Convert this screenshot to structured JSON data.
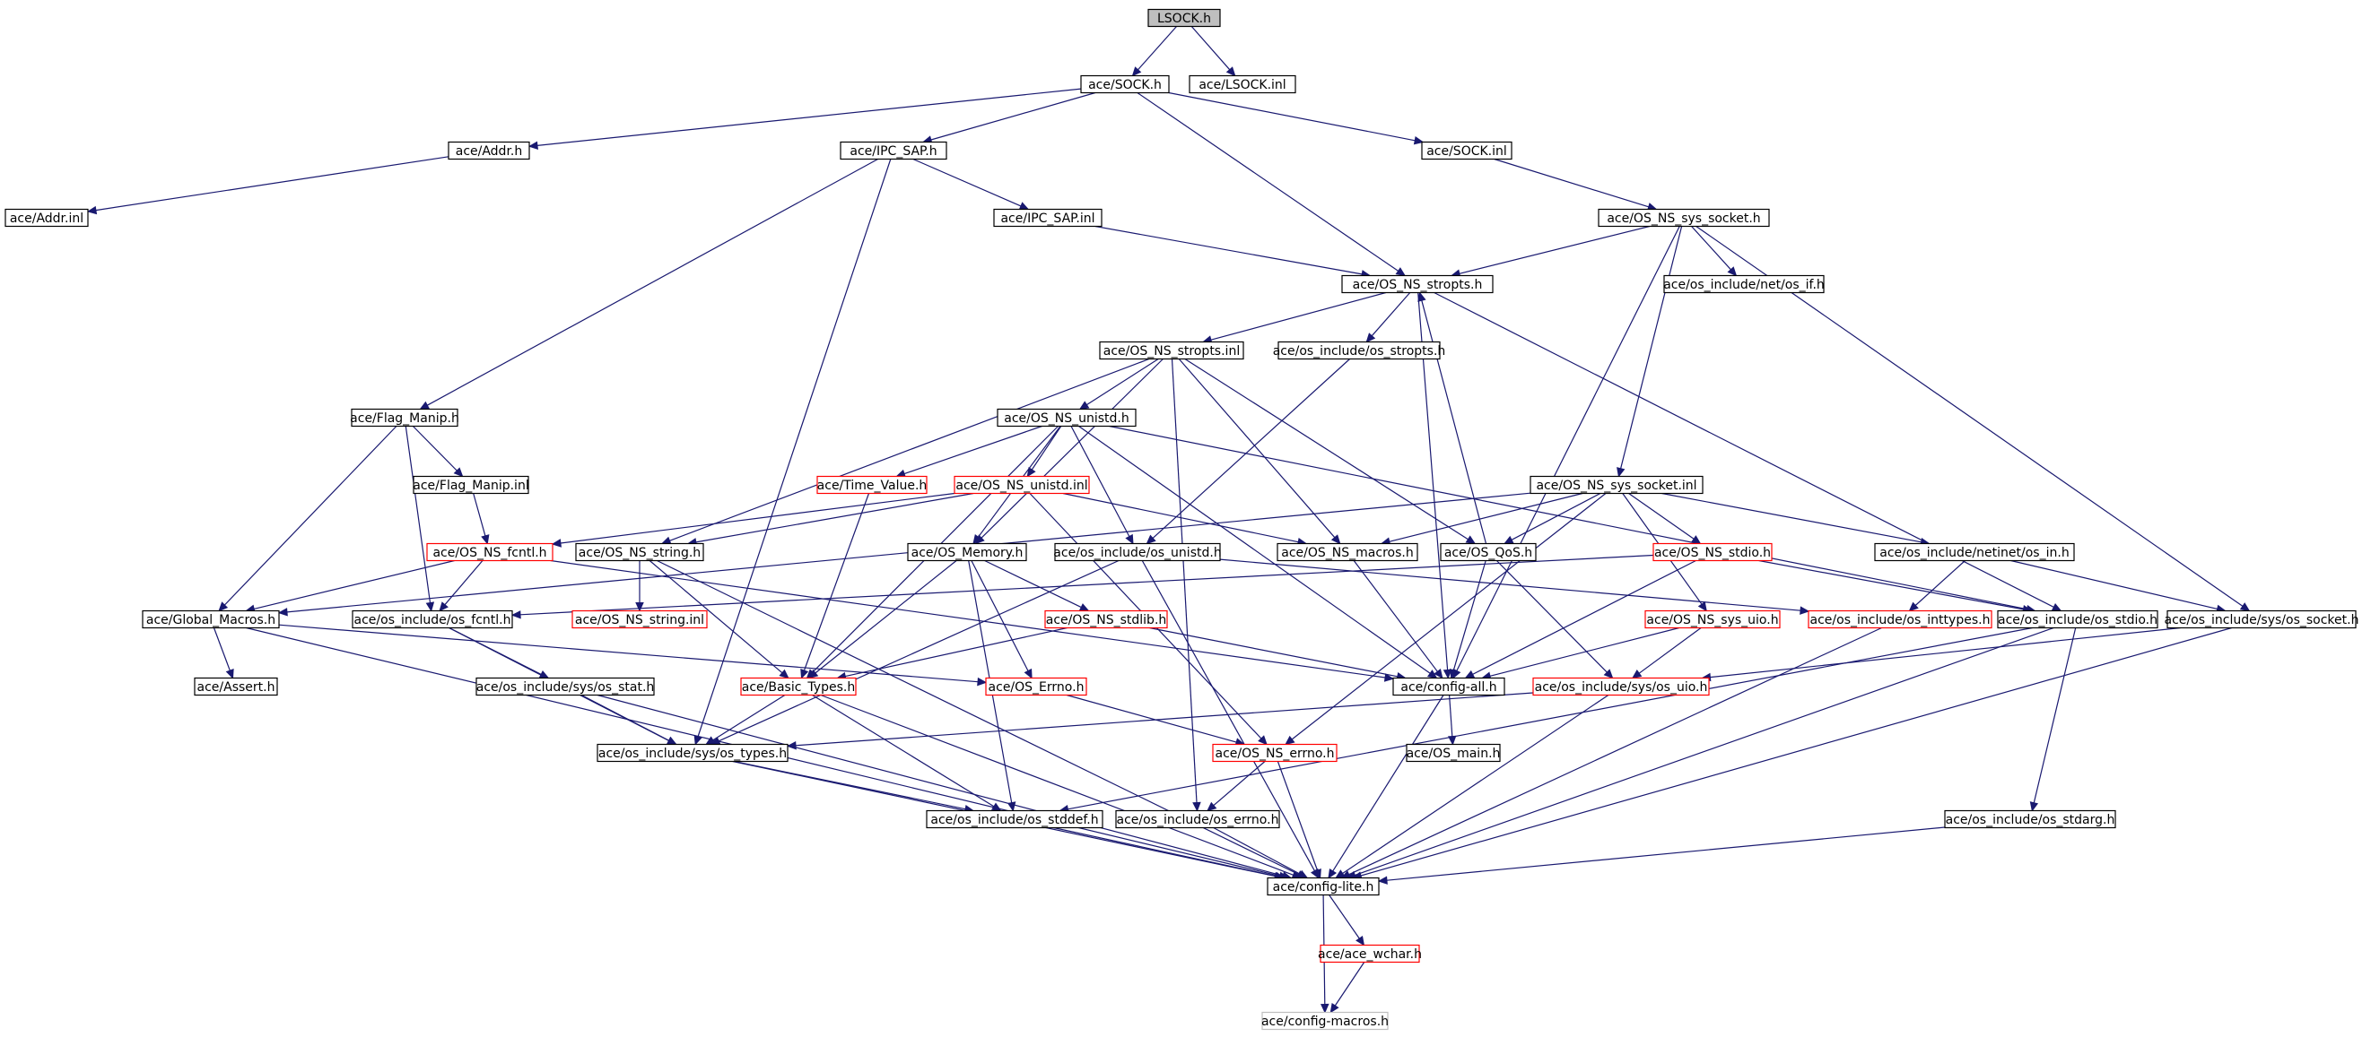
{
  "diagram": {
    "colors": {
      "edge": "#191970",
      "box_normal": "#000000",
      "box_truncated": "#ff0000",
      "box_root_fill": "#bfbfbf",
      "box_fill": "#ffffff",
      "box_ghost": "#bfbfbf"
    },
    "nodes": [
      {
        "id": "lsock_h",
        "label": "LSOCK.h",
        "style": "root"
      },
      {
        "id": "sock_h",
        "label": "ace/SOCK.h",
        "style": "normal"
      },
      {
        "id": "lsock_inl",
        "label": "ace/LSOCK.inl",
        "style": "normal"
      },
      {
        "id": "addr_h",
        "label": "ace/Addr.h",
        "style": "normal"
      },
      {
        "id": "ipc_sap_h",
        "label": "ace/IPC_SAP.h",
        "style": "normal"
      },
      {
        "id": "sock_inl",
        "label": "ace/SOCK.inl",
        "style": "normal"
      },
      {
        "id": "addr_inl",
        "label": "ace/Addr.inl",
        "style": "normal"
      },
      {
        "id": "ipc_sap_inl",
        "label": "ace/IPC_SAP.inl",
        "style": "normal"
      },
      {
        "id": "os_ns_sys_socket_h",
        "label": "ace/OS_NS_sys_socket.h",
        "style": "normal"
      },
      {
        "id": "os_ns_stropts_h",
        "label": "ace/OS_NS_stropts.h",
        "style": "normal"
      },
      {
        "id": "net_os_if_h",
        "label": "ace/os_include/net/os_if.h",
        "style": "normal"
      },
      {
        "id": "os_ns_stropts_inl",
        "label": "ace/OS_NS_stropts.inl",
        "style": "normal"
      },
      {
        "id": "os_stropts_h",
        "label": "ace/os_include/os_stropts.h",
        "style": "normal"
      },
      {
        "id": "flag_manip_h",
        "label": "ace/Flag_Manip.h",
        "style": "normal"
      },
      {
        "id": "os_ns_unistd_h",
        "label": "ace/OS_NS_unistd.h",
        "style": "normal"
      },
      {
        "id": "flag_manip_inl",
        "label": "ace/Flag_Manip.inl",
        "style": "normal"
      },
      {
        "id": "time_value_h",
        "label": "ace/Time_Value.h",
        "style": "truncated"
      },
      {
        "id": "os_ns_unistd_inl",
        "label": "ace/OS_NS_unistd.inl",
        "style": "truncated"
      },
      {
        "id": "os_ns_sys_socket_inl",
        "label": "ace/OS_NS_sys_socket.inl",
        "style": "normal"
      },
      {
        "id": "os_ns_fcntl_h",
        "label": "ace/OS_NS_fcntl.h",
        "style": "truncated"
      },
      {
        "id": "os_ns_string_h",
        "label": "ace/OS_NS_string.h",
        "style": "normal"
      },
      {
        "id": "os_memory_h",
        "label": "ace/OS_Memory.h",
        "style": "normal"
      },
      {
        "id": "os_unistd_h",
        "label": "ace/os_include/os_unistd.h",
        "style": "normal"
      },
      {
        "id": "os_ns_macros_h",
        "label": "ace/OS_NS_macros.h",
        "style": "normal"
      },
      {
        "id": "os_qos_h",
        "label": "ace/OS_QoS.h",
        "style": "normal"
      },
      {
        "id": "os_ns_stdio_h",
        "label": "ace/OS_NS_stdio.h",
        "style": "truncated"
      },
      {
        "id": "netinet_os_in_h",
        "label": "ace/os_include/netinet/os_in.h",
        "style": "normal"
      },
      {
        "id": "global_macros_h",
        "label": "ace/Global_Macros.h",
        "style": "normal"
      },
      {
        "id": "os_fcntl_h",
        "label": "ace/os_include/os_fcntl.h",
        "style": "normal"
      },
      {
        "id": "os_ns_string_inl",
        "label": "ace/OS_NS_string.inl",
        "style": "truncated"
      },
      {
        "id": "os_ns_stdlib_h",
        "label": "ace/OS_NS_stdlib.h",
        "style": "truncated"
      },
      {
        "id": "os_ns_sys_uio_h",
        "label": "ace/OS_NS_sys_uio.h",
        "style": "truncated"
      },
      {
        "id": "os_inttypes_h",
        "label": "ace/os_include/os_inttypes.h",
        "style": "truncated"
      },
      {
        "id": "os_stdio_h",
        "label": "ace/os_include/os_stdio.h",
        "style": "normal"
      },
      {
        "id": "sys_os_socket_h",
        "label": "ace/os_include/sys/os_socket.h",
        "style": "normal"
      },
      {
        "id": "assert_h",
        "label": "ace/Assert.h",
        "style": "normal"
      },
      {
        "id": "sys_os_stat_h",
        "label": "ace/os_include/sys/os_stat.h",
        "style": "normal"
      },
      {
        "id": "basic_types_h",
        "label": "ace/Basic_Types.h",
        "style": "truncated"
      },
      {
        "id": "os_errno_h",
        "label": "ace/OS_Errno.h",
        "style": "truncated"
      },
      {
        "id": "config_all_h",
        "label": "ace/config-all.h",
        "style": "normal"
      },
      {
        "id": "sys_os_uio_h",
        "label": "ace/os_include/sys/os_uio.h",
        "style": "truncated"
      },
      {
        "id": "sys_os_types_h",
        "label": "ace/os_include/sys/os_types.h",
        "style": "normal"
      },
      {
        "id": "os_ns_errno_h",
        "label": "ace/OS_NS_errno.h",
        "style": "truncated"
      },
      {
        "id": "os_main_h",
        "label": "ace/OS_main.h",
        "style": "normal"
      },
      {
        "id": "os_stddef_h",
        "label": "ace/os_include/os_stddef.h",
        "style": "normal"
      },
      {
        "id": "os_include_os_errno_h",
        "label": "ace/os_include/os_errno.h",
        "style": "normal"
      },
      {
        "id": "os_stdarg_h",
        "label": "ace/os_include/os_stdarg.h",
        "style": "normal"
      },
      {
        "id": "config_lite_h",
        "label": "ace/config-lite.h",
        "style": "normal"
      },
      {
        "id": "ace_wchar_h",
        "label": "ace/ace_wchar.h",
        "style": "truncated"
      },
      {
        "id": "config_macros_h",
        "label": "ace/config-macros.h",
        "style": "ghost"
      }
    ],
    "edges": [
      [
        "lsock_h",
        "sock_h"
      ],
      [
        "lsock_h",
        "lsock_inl"
      ],
      [
        "sock_h",
        "addr_h"
      ],
      [
        "sock_h",
        "ipc_sap_h"
      ],
      [
        "sock_h",
        "sock_inl"
      ],
      [
        "sock_h",
        "os_ns_stropts_h"
      ],
      [
        "addr_h",
        "addr_inl"
      ],
      [
        "ipc_sap_h",
        "ipc_sap_inl"
      ],
      [
        "ipc_sap_h",
        "flag_manip_h"
      ],
      [
        "ipc_sap_h",
        "sys_os_types_h"
      ],
      [
        "sock_inl",
        "os_ns_sys_socket_h"
      ],
      [
        "ipc_sap_inl",
        "os_ns_stropts_h"
      ],
      [
        "os_ns_sys_socket_h",
        "os_ns_stropts_h"
      ],
      [
        "os_ns_sys_socket_h",
        "net_os_if_h"
      ],
      [
        "os_ns_sys_socket_h",
        "os_ns_sys_socket_inl"
      ],
      [
        "os_ns_sys_socket_h",
        "sys_os_socket_h"
      ],
      [
        "os_ns_sys_socket_h",
        "config_all_h"
      ],
      [
        "os_ns_stropts_h",
        "os_ns_stropts_inl"
      ],
      [
        "os_ns_stropts_h",
        "os_stropts_h"
      ],
      [
        "os_ns_stropts_h",
        "config_all_h"
      ],
      [
        "os_ns_stropts_h",
        "os_stdio_h"
      ],
      [
        "os_ns_stropts_inl",
        "os_ns_unistd_h"
      ],
      [
        "os_ns_stropts_inl",
        "os_ns_string_h"
      ],
      [
        "os_ns_stropts_inl",
        "os_ns_macros_h"
      ],
      [
        "os_ns_stropts_inl",
        "os_qos_h"
      ],
      [
        "os_ns_stropts_inl",
        "os_memory_h"
      ],
      [
        "os_ns_stropts_inl",
        "os_include_os_errno_h"
      ],
      [
        "os_stropts_h",
        "os_unistd_h"
      ],
      [
        "flag_manip_h",
        "flag_manip_inl"
      ],
      [
        "flag_manip_h",
        "global_macros_h"
      ],
      [
        "flag_manip_h",
        "os_fcntl_h"
      ],
      [
        "flag_manip_inl",
        "os_ns_fcntl_h"
      ],
      [
        "os_ns_unistd_h",
        "time_value_h"
      ],
      [
        "os_ns_unistd_h",
        "os_ns_unistd_inl"
      ],
      [
        "os_ns_unistd_h",
        "os_memory_h"
      ],
      [
        "os_ns_unistd_h",
        "os_unistd_h"
      ],
      [
        "os_ns_unistd_h",
        "config_all_h"
      ],
      [
        "os_ns_unistd_h",
        "basic_types_h"
      ],
      [
        "os_ns_unistd_h",
        "os_stdio_h"
      ],
      [
        "time_value_h",
        "basic_types_h"
      ],
      [
        "os_ns_unistd_inl",
        "os_ns_fcntl_h"
      ],
      [
        "os_ns_unistd_inl",
        "os_ns_string_h"
      ],
      [
        "os_ns_unistd_inl",
        "os_ns_macros_h"
      ],
      [
        "os_ns_unistd_inl",
        "os_ns_errno_h"
      ],
      [
        "os_ns_sys_socket_inl",
        "os_ns_macros_h"
      ],
      [
        "os_ns_sys_socket_inl",
        "os_qos_h"
      ],
      [
        "os_ns_sys_socket_inl",
        "os_ns_stdio_h"
      ],
      [
        "os_ns_sys_socket_inl",
        "netinet_os_in_h"
      ],
      [
        "os_ns_sys_socket_inl",
        "os_ns_sys_uio_h"
      ],
      [
        "os_ns_sys_socket_inl",
        "global_macros_h"
      ],
      [
        "os_ns_sys_socket_inl",
        "os_ns_errno_h"
      ],
      [
        "os_ns_fcntl_h",
        "global_macros_h"
      ],
      [
        "os_ns_fcntl_h",
        "os_fcntl_h"
      ],
      [
        "os_ns_fcntl_h",
        "config_all_h"
      ],
      [
        "os_ns_string_h",
        "os_ns_string_inl"
      ],
      [
        "os_ns_string_h",
        "basic_types_h"
      ],
      [
        "os_ns_string_h",
        "config_lite_h"
      ],
      [
        "os_memory_h",
        "os_ns_stdlib_h"
      ],
      [
        "os_memory_h",
        "os_errno_h"
      ],
      [
        "os_memory_h",
        "basic_types_h"
      ],
      [
        "os_memory_h",
        "os_stddef_h"
      ],
      [
        "os_unistd_h",
        "sys_os_types_h"
      ],
      [
        "os_unistd_h",
        "os_inttypes_h"
      ],
      [
        "os_unistd_h",
        "config_lite_h"
      ],
      [
        "os_ns_macros_h",
        "config_all_h"
      ],
      [
        "os_qos_h",
        "sys_os_uio_h"
      ],
      [
        "os_qos_h",
        "config_all_h"
      ],
      [
        "os_qos_h",
        "os_ns_stropts_h"
      ],
      [
        "os_ns_stdio_h",
        "os_fcntl_h"
      ],
      [
        "os_ns_stdio_h",
        "os_stdio_h"
      ],
      [
        "os_ns_stdio_h",
        "config_all_h"
      ],
      [
        "netinet_os_in_h",
        "os_inttypes_h"
      ],
      [
        "netinet_os_in_h",
        "sys_os_socket_h"
      ],
      [
        "global_macros_h",
        "assert_h"
      ],
      [
        "global_macros_h",
        "os_errno_h"
      ],
      [
        "global_macros_h",
        "config_lite_h"
      ],
      [
        "os_fcntl_h",
        "sys_os_stat_h"
      ],
      [
        "os_fcntl_h",
        "sys_os_types_h"
      ],
      [
        "os_ns_stdlib_h",
        "basic_types_h"
      ],
      [
        "os_ns_stdlib_h",
        "config_all_h"
      ],
      [
        "os_ns_sys_uio_h",
        "config_all_h"
      ],
      [
        "os_ns_sys_uio_h",
        "sys_os_uio_h"
      ],
      [
        "os_inttypes_h",
        "config_lite_h"
      ],
      [
        "os_stdio_h",
        "os_stdarg_h"
      ],
      [
        "os_stdio_h",
        "config_lite_h"
      ],
      [
        "os_stdio_h",
        "os_stddef_h"
      ],
      [
        "sys_os_socket_h",
        "sys_os_uio_h"
      ],
      [
        "sys_os_socket_h",
        "config_lite_h"
      ],
      [
        "sys_os_stat_h",
        "sys_os_types_h"
      ],
      [
        "sys_os_stat_h",
        "config_lite_h"
      ],
      [
        "basic_types_h",
        "sys_os_types_h"
      ],
      [
        "basic_types_h",
        "config_lite_h"
      ],
      [
        "basic_types_h",
        "os_stddef_h"
      ],
      [
        "os_errno_h",
        "os_ns_errno_h"
      ],
      [
        "config_all_h",
        "os_main_h"
      ],
      [
        "config_all_h",
        "config_lite_h"
      ],
      [
        "sys_os_uio_h",
        "sys_os_types_h"
      ],
      [
        "sys_os_uio_h",
        "config_lite_h"
      ],
      [
        "sys_os_types_h",
        "os_stddef_h"
      ],
      [
        "sys_os_types_h",
        "config_lite_h"
      ],
      [
        "os_ns_errno_h",
        "os_include_os_errno_h"
      ],
      [
        "os_ns_errno_h",
        "config_lite_h"
      ],
      [
        "os_stddef_h",
        "config_lite_h"
      ],
      [
        "os_include_os_errno_h",
        "config_lite_h"
      ],
      [
        "os_stdarg_h",
        "config_lite_h"
      ],
      [
        "config_lite_h",
        "ace_wchar_h"
      ],
      [
        "config_lite_h",
        "config_macros_h"
      ],
      [
        "ace_wchar_h",
        "config_macros_h"
      ]
    ]
  }
}
